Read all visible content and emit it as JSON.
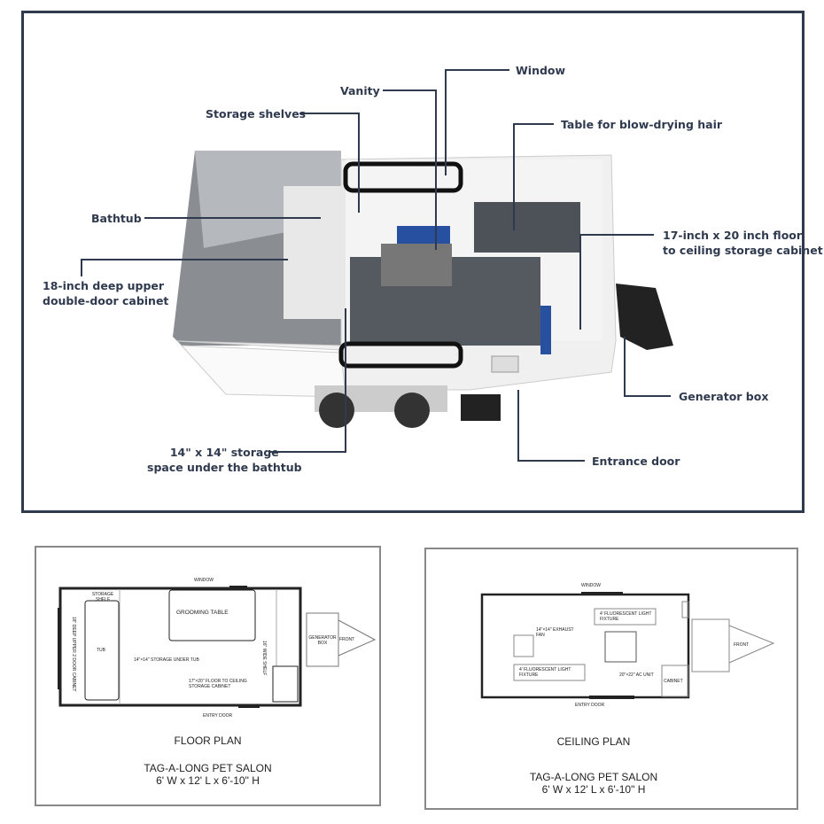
{
  "hero": {
    "labels": {
      "window": "Window",
      "vanity": "Vanity",
      "storage_shelves": "Storage shelves",
      "table": "Table for blow-drying hair",
      "bathtub": "Bathtub",
      "upper_cabinet_1": "18-inch deep upper",
      "upper_cabinet_2": "double-door cabinet",
      "floor_cabinet_1": "17-inch x 20 inch floor",
      "floor_cabinet_2": "to ceiling storage cabinet",
      "generator": "Generator box",
      "entrance": "Entrance door",
      "under_tub_1": "14\" x 14\" storage",
      "under_tub_2": "space under the bathtub"
    },
    "accent": "#2f3a4f"
  },
  "floor_plan": {
    "window": "WINDOW",
    "storage_shelf": "STORAGE SHELF",
    "grooming_table": "GROOMING TABLE",
    "wide_shelf": "16\" WIDE SHELF",
    "generator_box": "GENERATOR BOX",
    "front": "FRONT",
    "upper_cabinet": "18\" DEEP UPPER 2 DOOR CABINET",
    "tub": "TUB",
    "under_tub": "14\"×14\" STORAGE UNDER TUB",
    "floor_cabinet": "17\"×20\" FLOOR TO CEILING STORAGE CABINET",
    "entry_door": "ENTRY DOOR",
    "title": "FLOOR PLAN",
    "name": "TAG-A-LONG PET SALON",
    "dims": "6' W x 12' L x 6'-10\" H"
  },
  "ceiling_plan": {
    "window": "WINDOW",
    "light_1": "4' FLUORESCENT LIGHT FIXTURE",
    "exhaust": "14\"×14\" EXHAUST FAN",
    "light_2": "4' FLUORESCENT LIGHT FIXTURE",
    "ac": "20\"×22\" AC UNIT",
    "cabinet": "CABINET",
    "front": "FRONT",
    "entry_door": "ENTRY DOOR",
    "title": "CEILING PLAN",
    "name": "TAG-A-LONG PET SALON",
    "dims": "6' W x 12' L x 6'-10\" H"
  }
}
